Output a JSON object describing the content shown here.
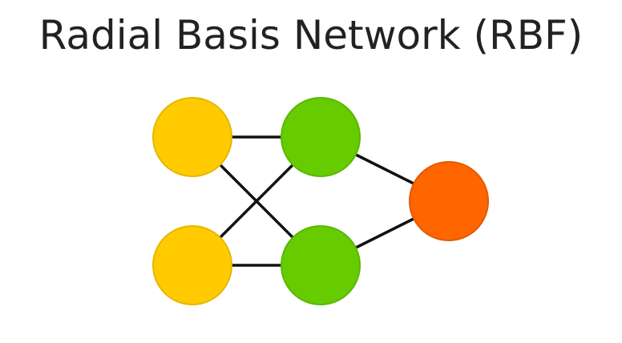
{
  "diagram": {
    "title": "Radial Basis Network (RBF)",
    "colors": {
      "input_node": "#FFCA00",
      "input_border": "#E3B800",
      "hidden_node": "#66CC00",
      "hidden_border": "#5AB800",
      "output_node": "#FF6600",
      "output_border": "#E05A00",
      "edge": "#111111"
    },
    "layers": {
      "input": [
        "input-1",
        "input-2"
      ],
      "hidden": [
        "hidden-1",
        "hidden-2"
      ],
      "output": [
        "output-1"
      ]
    },
    "edges": [
      [
        "input-1",
        "hidden-1"
      ],
      [
        "input-1",
        "hidden-2"
      ],
      [
        "input-2",
        "hidden-1"
      ],
      [
        "input-2",
        "hidden-2"
      ],
      [
        "hidden-1",
        "output-1"
      ],
      [
        "hidden-2",
        "output-1"
      ]
    ]
  }
}
